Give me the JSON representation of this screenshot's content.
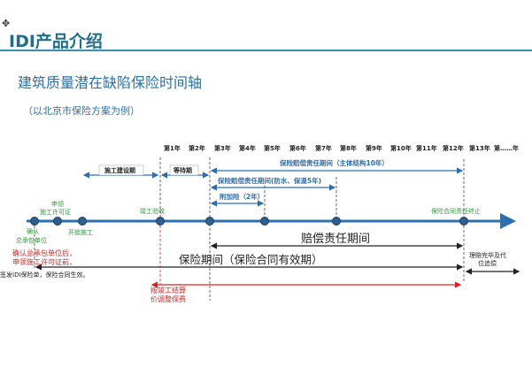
{
  "slide": {
    "title": "IDI产品介绍",
    "subtitle": "建筑质量潜在缺陷保险时间轴",
    "note": "（以北京市保险方案为例）"
  },
  "years": [
    "第1年",
    "第2年",
    "第3年",
    "第4年",
    "第5年",
    "第6年",
    "第7年",
    "第8年",
    "第9年",
    "第10年",
    "第11年",
    "第12年",
    "第13年",
    "第……年"
  ],
  "periods": {
    "construction": "施工建设期",
    "waiting": "等待期",
    "main": "保险赔偿责任期间（主体结构10年）",
    "waterproof": "保险赔偿责任期间(防水、保温5年)",
    "additional": "附加险（2年）",
    "liability_big": "赔偿责任期间",
    "insurance_big": "保险期间（保险合同有效期）",
    "claim_end": "理赔完毕及代位追偿"
  },
  "milestones": {
    "confirm_contractor": "确认\n总承包单位",
    "permit_apply": "申领\n施工许可证",
    "start_construction": "开始施工",
    "completion": "竣工验收",
    "contract_end": "保险合同责任终止"
  },
  "notes": {
    "red_left": "确认总承包单位后，\n申领施工许可证前，",
    "black_left": "签发IDI保险单，保险合同生效。",
    "settlement": "按竣工结算\n价调整保费"
  },
  "colors": {
    "title": "#1f6f8b",
    "axis": "#2b6fb0",
    "node": "#2e5f8f",
    "green": "#2a9a3a",
    "red": "#e02020"
  }
}
